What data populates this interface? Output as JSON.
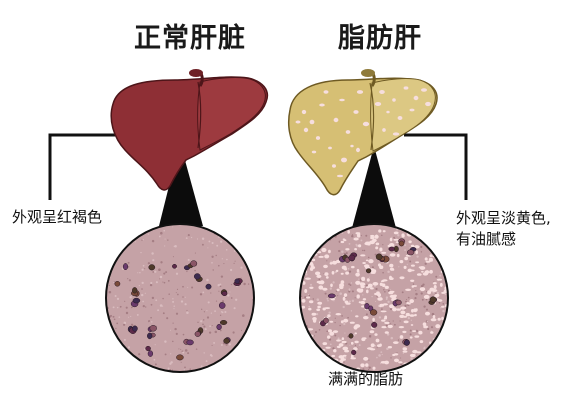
{
  "titles": {
    "normal": "正常肝脏",
    "fatty": "脂肪肝"
  },
  "captions": {
    "normal": "外观呈红褐色",
    "fatty_line1": "外观呈淡黄色,",
    "fatty_line2": "有油腻感",
    "fat_cells": "满满的脂肪"
  },
  "colors": {
    "normal_liver": "#8e2f35",
    "normal_liver_lobe": "#9d3a3f",
    "fatty_liver": "#d6bf74",
    "fatty_liver_lobe": "#dcc883",
    "tissue_bg": "#c5a2a6",
    "fat_globule": "#f6dede",
    "outline": "#111111"
  },
  "icons": {
    "normal_liver": "normal-liver-icon",
    "fatty_liver": "fatty-liver-icon",
    "normal_tissue": "normal-tissue-magnifier-icon",
    "fatty_tissue": "fatty-tissue-magnifier-icon"
  }
}
